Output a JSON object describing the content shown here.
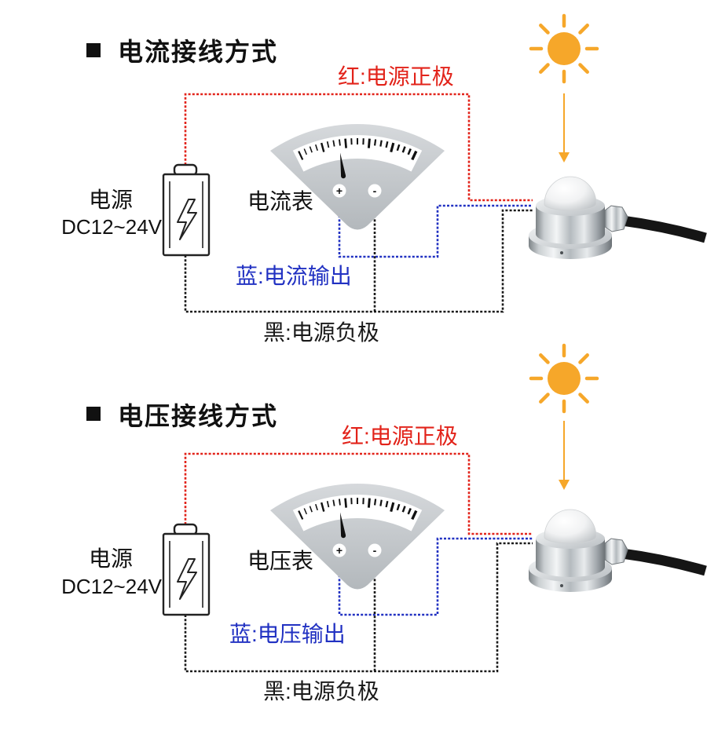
{
  "colors": {
    "red": "#E2231A",
    "blue": "#2131C2",
    "black": "#1A1A1A",
    "sun": "#F6A72A"
  },
  "sections": [
    {
      "title": "电流接线方式",
      "positive_label": "红:电源正极",
      "signal_label": "蓝:电流输出",
      "negative_label": "黑:电源负极",
      "power_label": "电源",
      "power_voltage": "DC12~24V",
      "meter_label": "电流表",
      "meter_plus": "+",
      "meter_minus": "-"
    },
    {
      "title": "电压接线方式",
      "positive_label": "红:电源正极",
      "signal_label": "蓝:电压输出",
      "negative_label": "黑:电源负极",
      "power_label": "电源",
      "power_voltage": "DC12~24V",
      "meter_label": "电压表",
      "meter_plus": "+",
      "meter_minus": "-"
    }
  ]
}
